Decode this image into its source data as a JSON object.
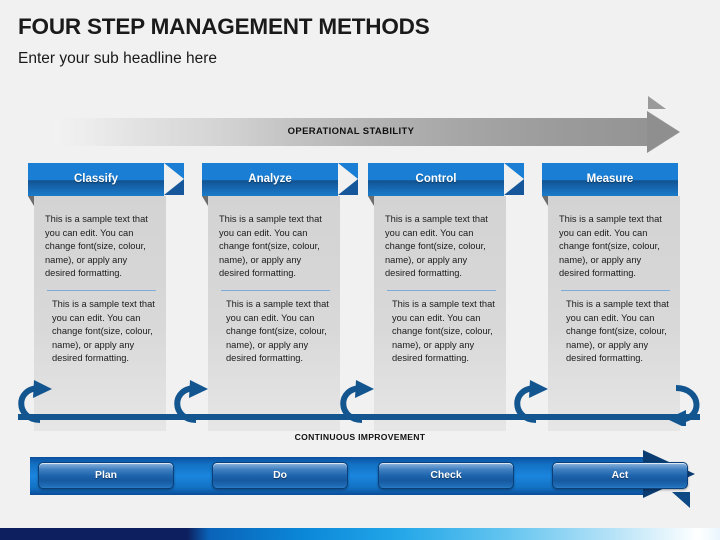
{
  "slide": {
    "title": "FOUR STEP MANAGEMENT METHODS",
    "subtitle": "Enter your sub headline here",
    "background_color": "#f1f1f1"
  },
  "top_banner": {
    "label": "OPERATIONAL STABILITY",
    "icon": "right-arrow-banner",
    "gradient_from": "#f2f2f2",
    "gradient_to": "#949494"
  },
  "steps": [
    {
      "label": "Classify",
      "shape": "chevron",
      "accent_color": "#1a7fd4",
      "paragraph_1": "This is a sample text that you can edit. You can change font(size, colour, name), or apply any desired formatting.",
      "paragraph_2": "This is a sample text that you can edit. You can change font(size, colour, name), or apply any desired formatting."
    },
    {
      "label": "Analyze",
      "shape": "chevron",
      "accent_color": "#1a7fd4",
      "paragraph_1": "This is a sample text that you can edit. You can change font(size, colour, name), or apply any desired formatting.",
      "paragraph_2": "This is a sample text that you can edit. You can change font(size, colour, name), or apply any desired formatting."
    },
    {
      "label": "Control",
      "shape": "chevron",
      "accent_color": "#1a7fd4",
      "paragraph_1": "This is a sample text that you can edit. You can change font(size, colour, name), or apply any desired formatting.",
      "paragraph_2": "This is a sample text that you can edit. You can change font(size, colour, name), or apply any desired formatting."
    },
    {
      "label": "Measure",
      "shape": "rectangle",
      "accent_color": "#1a7fd4",
      "paragraph_1": "This is a sample text that you can edit. You can change font(size, colour, name), or apply any desired formatting.",
      "paragraph_2": "This is a sample text that you can edit. You can change font(size, colour, name), or apply any desired formatting."
    }
  ],
  "loop": {
    "label": "CONTINUOUS IMPROVEMENT",
    "icon": "loop-back-arrow",
    "color": "#12558f"
  },
  "pdca": {
    "icon": "right-arrow-bar",
    "bar_color": "#1b85de",
    "head_color": "#0b3c72",
    "buttons": [
      {
        "label": "Plan"
      },
      {
        "label": "Do"
      },
      {
        "label": "Check"
      },
      {
        "label": "Act"
      }
    ]
  },
  "decorations": {
    "footer_gradient_from": "#0d1f5e",
    "footer_gradient_to": "#ffffff",
    "corner_triangle_top_right": "#9a9a9a",
    "corner_triangle_bottom_right": "#0d4a85"
  }
}
